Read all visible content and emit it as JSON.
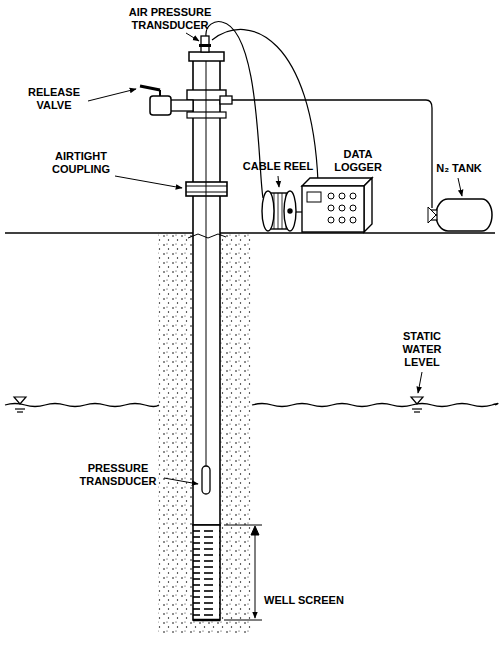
{
  "diagram": {
    "labels": [
      "AIR PRESSURE TRANSDUCER",
      "RELEASE VALVE",
      "AIRTIGHT COUPLING",
      "CABLE REEL",
      "DATA LOGGER",
      "N₂ TANK",
      "STATIC WATER LEVEL",
      "PRESSURE TRANSDUCER",
      "WELL SCREEN"
    ]
  }
}
